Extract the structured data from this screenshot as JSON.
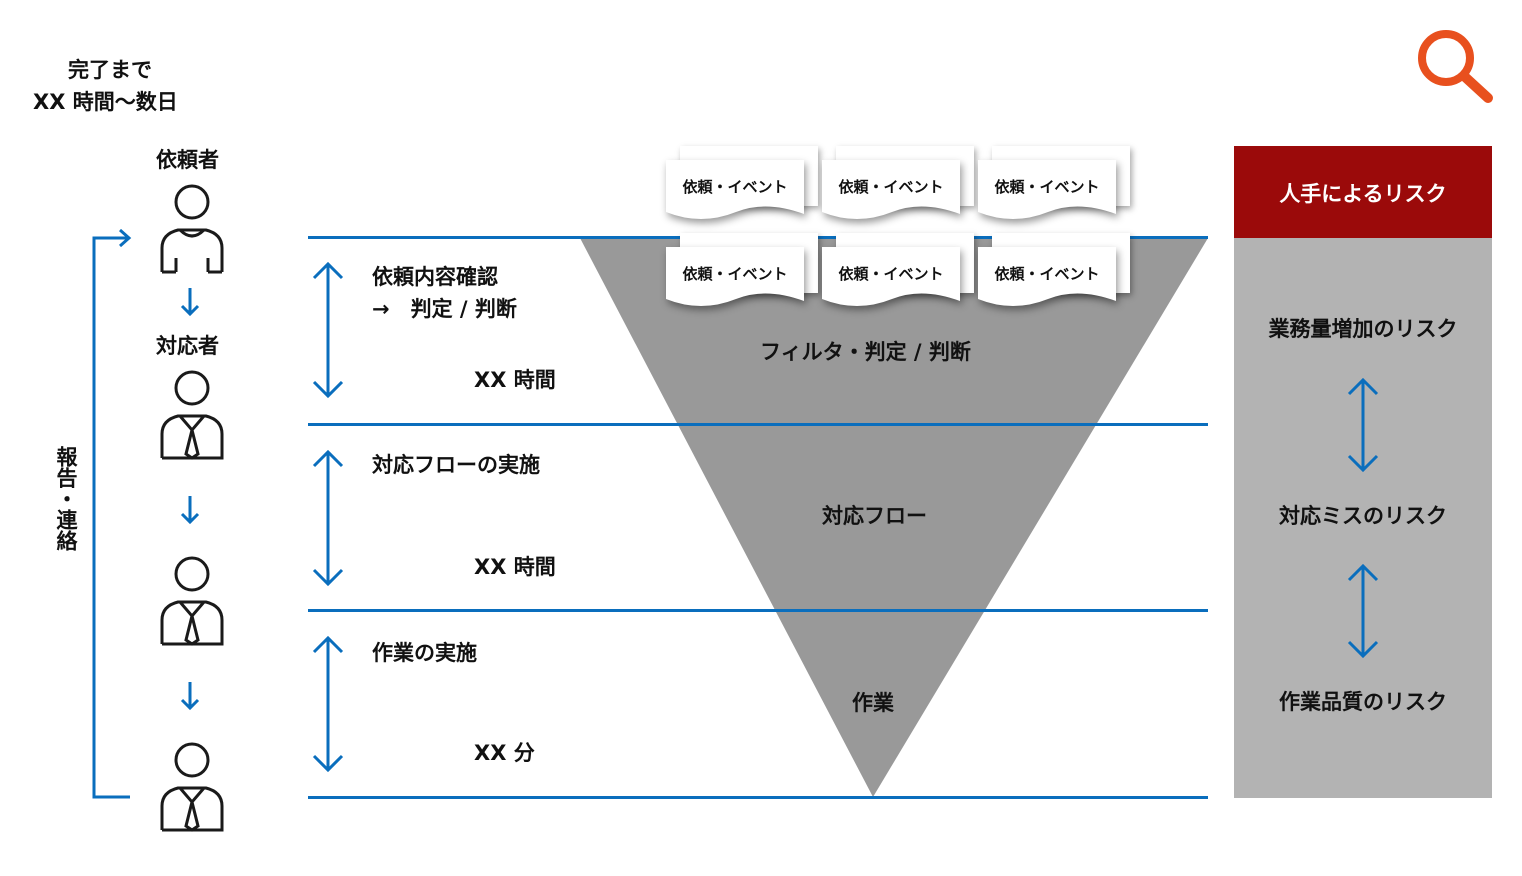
{
  "header": {
    "duration_line1": "完了まで",
    "duration_line2": "XX 時間〜数日"
  },
  "people": {
    "requester": "依頼者",
    "responder": "対応者",
    "side_label": "報告・連絡"
  },
  "stages": [
    {
      "title_line1": "依頼内容確認",
      "title_line2": "→　判定 / 判断",
      "time": "XX 時間"
    },
    {
      "title_line1": "対応フローの実施",
      "time": "XX 時間"
    },
    {
      "title_line1": "作業の実施",
      "time": "XX 分"
    }
  ],
  "funnel": {
    "cards": [
      "依頼・イベント",
      "依頼・イベント",
      "依頼・イベント",
      "依頼・イベント",
      "依頼・イベント",
      "依頼・イベント"
    ],
    "layer1": "フィルタ・判定 / 判断",
    "layer2": "対応フロー",
    "layer3": "作業"
  },
  "risk": {
    "header": "人手によるリスク",
    "items": [
      "業務量増加のリスク",
      "対応ミスのリスク",
      "作業品質のリスク"
    ]
  },
  "colors": {
    "blue": "#0a6ebd",
    "red": "#9b0a0a",
    "funnel": "#999999",
    "panel": "#b3b3b3",
    "search": "#e8501e"
  }
}
